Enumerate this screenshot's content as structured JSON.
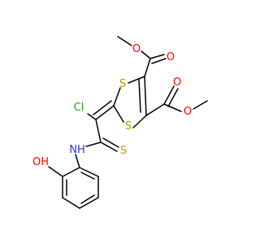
{
  "molecule": {
    "atom_labels": {
      "o_ester1_carbonyl": "O",
      "o_ester1_ether": "O",
      "o_ester2_carbonyl": "O",
      "o_ester2_ether": "O",
      "s_ring_top": "S",
      "s_ring_bottom": "S",
      "cl": "Cl",
      "s_thio": "S",
      "nh": "NH",
      "oh": "OH"
    },
    "colors": {
      "bond": "#000000",
      "oxygen": "#ff0000",
      "sulfur": "#b5a000",
      "chlorine": "#1fa01f",
      "nitrogen": "#2a34d8"
    }
  }
}
